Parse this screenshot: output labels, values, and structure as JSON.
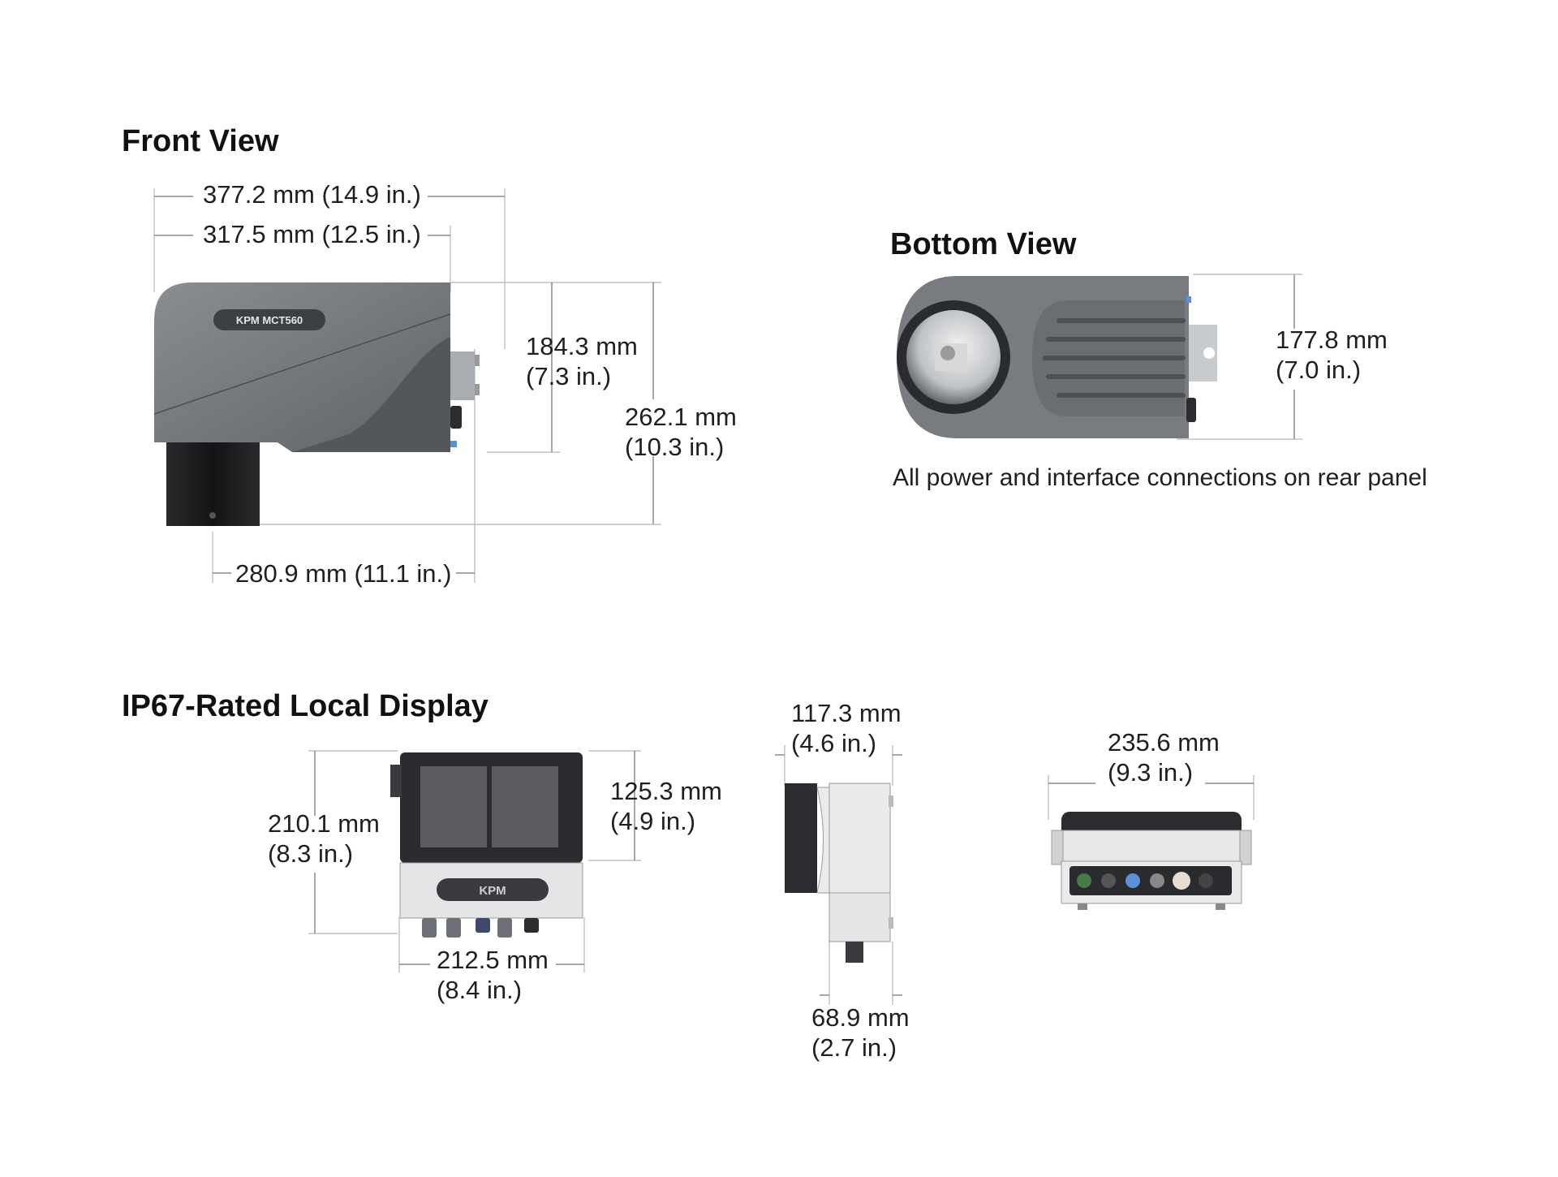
{
  "sections": {
    "front_view": {
      "title": "Front View"
    },
    "bottom_view": {
      "title": "Bottom View",
      "note": "All power and interface connections on rear panel"
    },
    "local_display": {
      "title": "IP67-Rated Local Display"
    }
  },
  "logos": {
    "front": "KPM  MCT560",
    "display": "KPM"
  },
  "dimensions": {
    "front_overall_width": "377.2 mm (14.9 in.)",
    "front_body_width": "317.5 mm (12.5 in.)",
    "front_flange_height": {
      "mm": "184.3 mm",
      "in": "(7.3 in.)"
    },
    "front_overall_height": {
      "mm": "262.1 mm",
      "in": "(10.3 in.)"
    },
    "front_bottom_width": "280.9 mm (11.1 in.)",
    "bottom_width": {
      "mm": "177.8 mm",
      "in": "(7.0 in.)"
    },
    "display_height": {
      "mm": "210.1 mm",
      "in": "(8.3 in.)"
    },
    "display_screen_height": {
      "mm": "125.3 mm",
      "in": "(4.9 in.)"
    },
    "display_width": {
      "mm": "212.5 mm",
      "in": "(8.4 in.)"
    },
    "side_depth_top": {
      "mm": "117.3 mm",
      "in": "(4.6 in.)"
    },
    "side_depth_bottom": {
      "mm": "68.9 mm",
      "in": "(2.7 in.)"
    },
    "rear_width": {
      "mm": "235.6 mm",
      "in": "(9.3 in.)"
    }
  },
  "colors": {
    "housing": "#6f7378",
    "housing_dark": "#3c3f44",
    "pipe": "#1c1c1e",
    "accent": "#5b8fd6"
  }
}
